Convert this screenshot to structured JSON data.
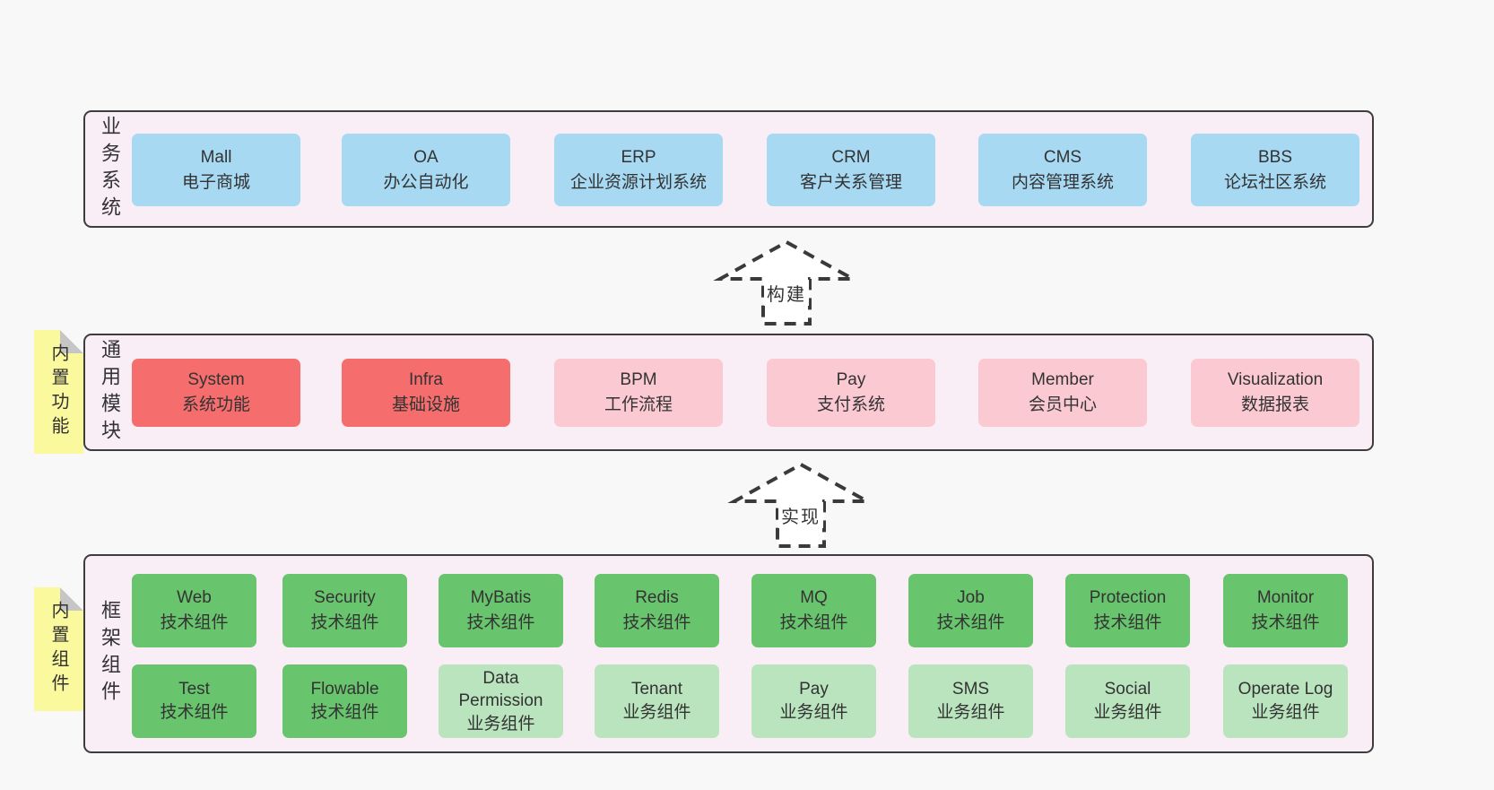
{
  "colors": {
    "page_bg": "#f8f8f8",
    "panel_bg": "#f9edf6",
    "panel_border": "#3d3d3d",
    "note_yellow": "#fbf99e",
    "box_blue": "#a7d9f3",
    "box_red": "#f56d6d",
    "box_pink": "#fbc9d2",
    "box_green": "#68c46d",
    "box_green_light": "#b9e4bd"
  },
  "arrows": [
    {
      "label": "构建"
    },
    {
      "label": "实现"
    }
  ],
  "sections": {
    "business": {
      "label": "业务系统",
      "boxes": [
        {
          "name": "Mall",
          "desc": "电子商城"
        },
        {
          "name": "OA",
          "desc": "办公自动化"
        },
        {
          "name": "ERP",
          "desc": "企业资源计划系统"
        },
        {
          "name": "CRM",
          "desc": "客户关系管理"
        },
        {
          "name": "CMS",
          "desc": "内容管理系统"
        },
        {
          "name": "BBS",
          "desc": "论坛社区系统"
        }
      ]
    },
    "common": {
      "label": "通用模块",
      "note": "内置功能",
      "boxes": [
        {
          "name": "System",
          "desc": "系统功能"
        },
        {
          "name": "Infra",
          "desc": "基础设施"
        },
        {
          "name": "BPM",
          "desc": "工作流程"
        },
        {
          "name": "Pay",
          "desc": "支付系统"
        },
        {
          "name": "Member",
          "desc": "会员中心"
        },
        {
          "name": "Visualization",
          "desc": "数据报表"
        }
      ]
    },
    "framework": {
      "label": "框架组件",
      "note": "内置组件",
      "row1": [
        {
          "name": "Web",
          "desc": "技术组件"
        },
        {
          "name": "Security",
          "desc": "技术组件"
        },
        {
          "name": "MyBatis",
          "desc": "技术组件"
        },
        {
          "name": "Redis",
          "desc": "技术组件"
        },
        {
          "name": "MQ",
          "desc": "技术组件"
        },
        {
          "name": "Job",
          "desc": "技术组件"
        },
        {
          "name": "Protection",
          "desc": "技术组件"
        },
        {
          "name": "Monitor",
          "desc": "技术组件"
        }
      ],
      "row2": [
        {
          "name": "Test",
          "desc": "技术组件"
        },
        {
          "name": "Flowable",
          "desc": "技术组件"
        },
        {
          "name": "Data Permission",
          "desc": "业务组件"
        },
        {
          "name": "Tenant",
          "desc": "业务组件"
        },
        {
          "name": "Pay",
          "desc": "业务组件"
        },
        {
          "name": "SMS",
          "desc": "业务组件"
        },
        {
          "name": "Social",
          "desc": "业务组件"
        },
        {
          "name": "Operate Log",
          "desc": "业务组件"
        }
      ]
    }
  }
}
